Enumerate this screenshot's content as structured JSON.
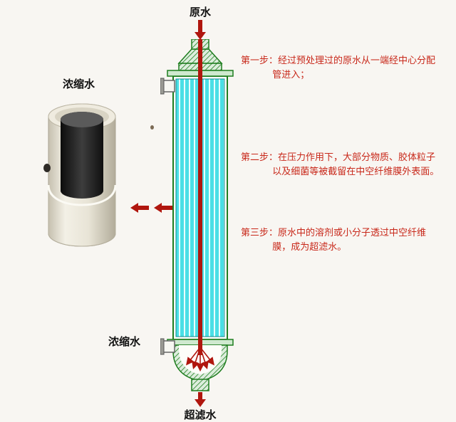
{
  "labels": {
    "raw_water": "原水",
    "concentrate_top": "浓缩水",
    "concentrate_bottom": "浓缩水",
    "ultrafiltered": "超滤水"
  },
  "steps": [
    {
      "label": "第一步：",
      "text": "经过预处理过的原水从一端经中心分配管进入；"
    },
    {
      "label": "第二步：",
      "text": "在压力作用下，大部分物质、胶体粒子以及细菌等被截留在中空纤维膜外表面。"
    },
    {
      "label": "第三步：",
      "text": "原水中的溶剂或小分子透过中空纤维膜，成为超滤水。"
    }
  ],
  "colors": {
    "background": "#f8f6f2",
    "arrow": "#b0160e",
    "step_text": "#c8281a",
    "label_text": "#111111",
    "membrane_green": "#1e7d1e",
    "fiber_cyan": "#4adfe6",
    "core_pipe_red": "#b0160e",
    "shell_cream": "#e8e4d6",
    "core_dark": "#1f1f1f"
  }
}
